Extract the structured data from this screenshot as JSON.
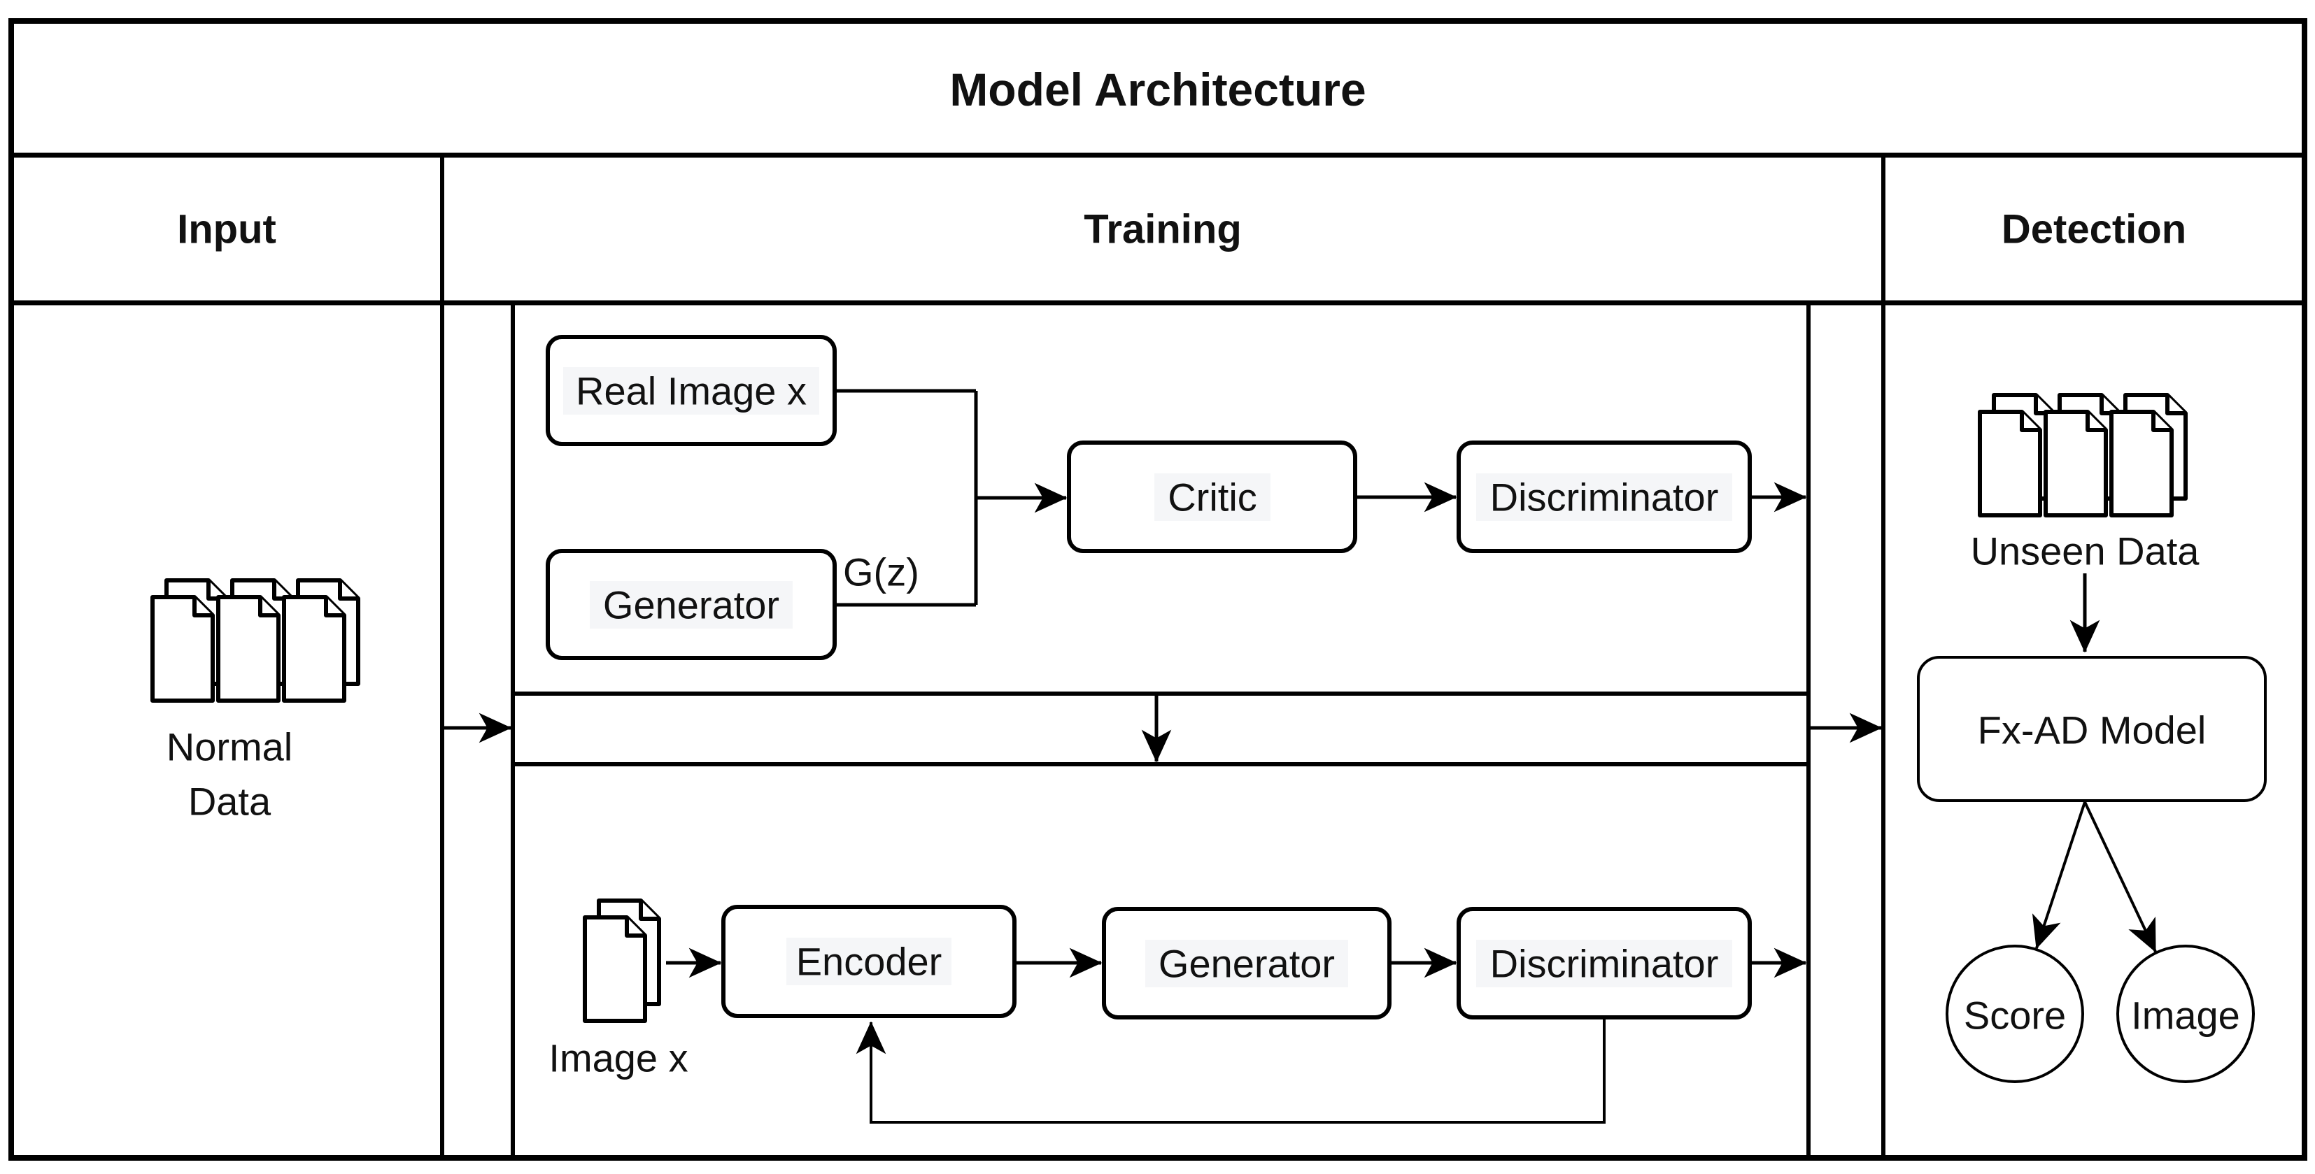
{
  "title": "Model Architecture",
  "columns": {
    "input": "Input",
    "training": "Training",
    "detection": "Detection"
  },
  "input": {
    "icon": "document-stack-icon",
    "label": "Normal Data",
    "label_lines": [
      "Normal",
      "Data"
    ]
  },
  "training": {
    "top": {
      "real_image": "Real Image x",
      "generator": "Generator",
      "edge_label": "G(z)",
      "critic": "Critic",
      "discriminator": "Discriminator"
    },
    "bottom": {
      "icon": "document-pair-icon",
      "input_label": "Image x",
      "encoder": "Encoder",
      "generator": "Generator",
      "discriminator": "Discriminator"
    }
  },
  "detection": {
    "icon": "document-stack-icon",
    "data_label": "Unseen Data",
    "model": "Fx-AD Model",
    "outputs": [
      "Score",
      "Image"
    ]
  },
  "colors": {
    "stroke": "#000000",
    "text": "#111111",
    "label_bg": "#f5f6f8",
    "background": "#ffffff"
  }
}
